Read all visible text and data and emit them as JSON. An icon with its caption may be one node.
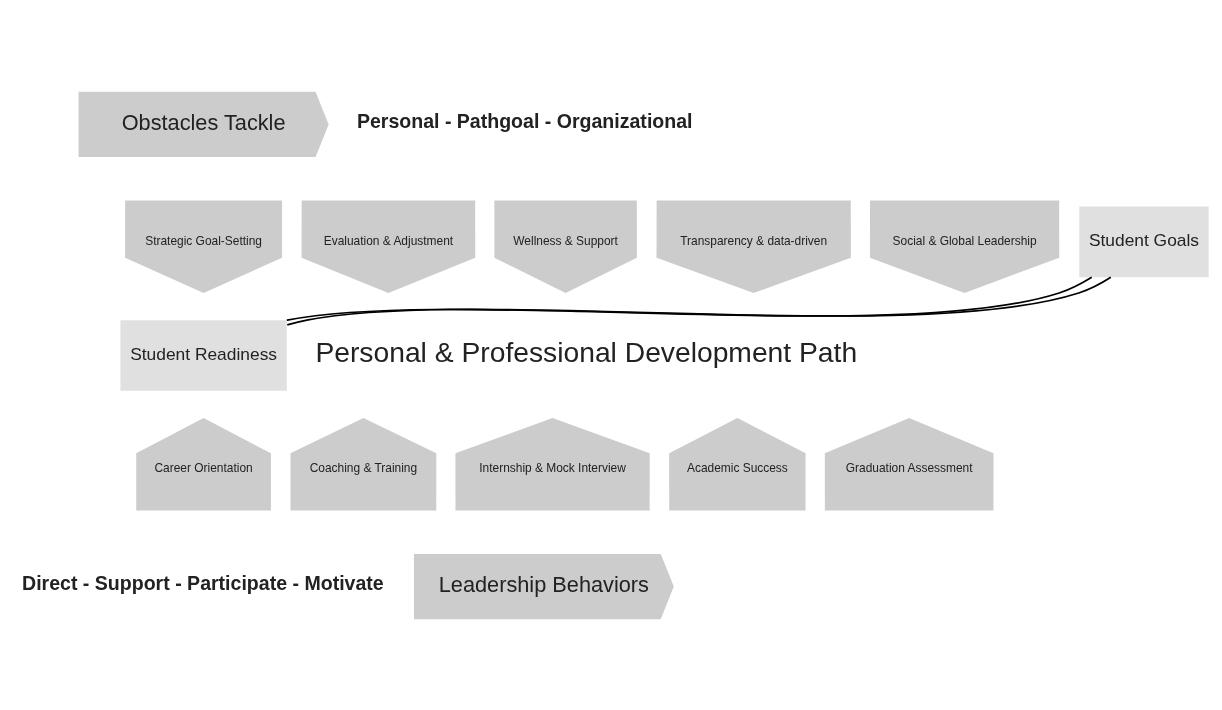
{
  "diagram": {
    "nodes": [
      {
        "text": [
          "Obstacles Tackle"
        ]
      },
      {
        "text": [
          "Strategic Goal-Setting"
        ]
      },
      {
        "text": [
          "Evaluation & Adjustment"
        ]
      },
      {
        "text": [
          "Wellness & Support"
        ]
      },
      {
        "text": [
          "Transparency & data-driven"
        ]
      },
      {
        "text": [
          "Social & Global Leadership"
        ]
      },
      {
        "text": [
          "Student Goals"
        ]
      },
      {
        "text": [
          "Student Readiness"
        ]
      },
      {
        "text": [
          "Career Orientation"
        ]
      },
      {
        "text": [
          "Coaching & Training"
        ]
      },
      {
        "text": [
          "Internship & Mock Interview"
        ]
      },
      {
        "text": [
          "Academic Success"
        ]
      },
      {
        "text": [
          "Graduation Assessment"
        ]
      },
      {
        "text": [
          "Leadership Behaviors"
        ]
      }
    ],
    "edges": [
      {
        "from": 7,
        "to": 6,
        "arrow": "none"
      },
      {
        "from": 7,
        "to": 6,
        "arrow": "none"
      }
    ],
    "labels": [
      "Personal - Pathgoal - Organizational",
      "Personal & Professional Development Path",
      "Direct - Support - Participate - Motivate"
    ]
  }
}
